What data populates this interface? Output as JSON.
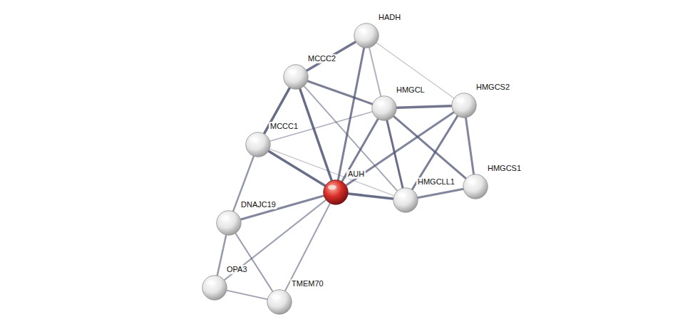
{
  "diagram": {
    "nodes": [
      {
        "text": [
          "HADH"
        ]
      },
      {
        "text": [
          "MCCC2"
        ]
      },
      {
        "text": [
          "HMGCL"
        ]
      },
      {
        "text": [
          "HMGCS2"
        ]
      },
      {
        "text": [
          "MCCC1"
        ]
      },
      {
        "text": [
          "AUH"
        ]
      },
      {
        "text": [
          "HMGCLL1"
        ]
      },
      {
        "text": [
          "HMGCS1"
        ]
      },
      {
        "text": [
          "DNAJC19"
        ]
      },
      {
        "text": [
          "OPA3"
        ]
      },
      {
        "text": [
          "TMEM70"
        ]
      }
    ],
    "edges": [
      {
        "from": 0,
        "to": 1,
        "arrow": "none"
      },
      {
        "from": 0,
        "to": 5,
        "arrow": "none"
      },
      {
        "from": 0,
        "to": 6,
        "arrow": "none"
      },
      {
        "from": 0,
        "to": 3,
        "arrow": "none"
      },
      {
        "from": 1,
        "to": 4,
        "arrow": "none"
      },
      {
        "from": 1,
        "to": 2,
        "arrow": "none"
      },
      {
        "from": 1,
        "to": 5,
        "arrow": "none"
      },
      {
        "from": 1,
        "to": 6,
        "arrow": "none"
      },
      {
        "from": 4,
        "to": 2,
        "arrow": "none"
      },
      {
        "from": 4,
        "to": 5,
        "arrow": "none"
      },
      {
        "from": 4,
        "to": 6,
        "arrow": "none"
      },
      {
        "from": 4,
        "to": 8,
        "arrow": "none"
      },
      {
        "from": 2,
        "to": 3,
        "arrow": "none"
      },
      {
        "from": 2,
        "to": 5,
        "arrow": "none"
      },
      {
        "from": 2,
        "to": 6,
        "arrow": "none"
      },
      {
        "from": 2,
        "to": 7,
        "arrow": "none"
      },
      {
        "from": 3,
        "to": 5,
        "arrow": "none"
      },
      {
        "from": 3,
        "to": 6,
        "arrow": "none"
      },
      {
        "from": 3,
        "to": 7,
        "arrow": "none"
      },
      {
        "from": 5,
        "to": 6,
        "arrow": "none"
      },
      {
        "from": 5,
        "to": 8,
        "arrow": "none"
      },
      {
        "from": 5,
        "to": 9,
        "arrow": "none"
      },
      {
        "from": 5,
        "to": 10,
        "arrow": "none"
      },
      {
        "from": 6,
        "to": 7,
        "arrow": "none"
      },
      {
        "from": 8,
        "to": 9,
        "arrow": "none"
      },
      {
        "from": 8,
        "to": 10,
        "arrow": "none"
      },
      {
        "from": 9,
        "to": 10,
        "arrow": "none"
      }
    ]
  }
}
